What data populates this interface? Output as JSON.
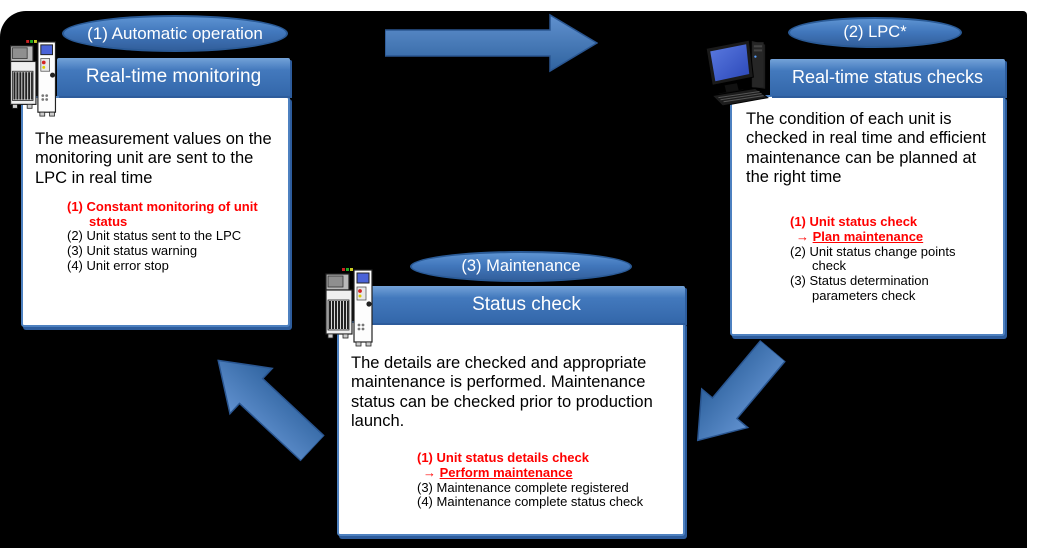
{
  "colors": {
    "canvas_bg": "#000000",
    "page_bg": "#ffffff",
    "accent_blue": "#4F81BD",
    "accent_blue_dark": "#2D5C9C",
    "highlight_red": "#FF0000"
  },
  "panels": [
    {
      "badge": "(1) Automatic operation",
      "header": "Real-time monitoring",
      "body": "The measurement values on the monitoring unit are sent to the LPC in real time",
      "items": [
        {
          "num": "(1)",
          "text": "Constant monitoring of unit status"
        },
        {
          "num": "(2)",
          "text": "Unit status sent to the LPC"
        },
        {
          "num": "(3)",
          "text": "Unit status warning"
        },
        {
          "num": "(4)",
          "text": "Unit error stop"
        }
      ]
    },
    {
      "badge": "(2) LPC*",
      "header": "Real-time status checks",
      "body": "The condition of each unit is checked in real time and efficient maintenance can be planned at the right time",
      "items": [
        {
          "num": "(1)",
          "text": "Unit status check",
          "sub_arrow": "→",
          "sub_text": "Plan maintenance"
        },
        {
          "num": "(2)",
          "text": "Unit status change points check"
        },
        {
          "num": "(3)",
          "text": "Status determination parameters check"
        }
      ]
    },
    {
      "badge": "(3) Maintenance",
      "header": "Status check",
      "body": "The details are checked and appropriate maintenance is performed. Maintenance status can be checked prior to production launch.",
      "items": [
        {
          "num": "(1)",
          "text": "Unit status details check",
          "sub_arrow": "→",
          "sub_text": "Perform maintenance"
        },
        {
          "num": "(3)",
          "text": "Maintenance complete registered"
        },
        {
          "num": "(4)",
          "text": "Maintenance complete status check"
        }
      ]
    }
  ],
  "icons": {
    "machine": "mounter-machine-icon",
    "computer": "desktop-pc-icon"
  }
}
